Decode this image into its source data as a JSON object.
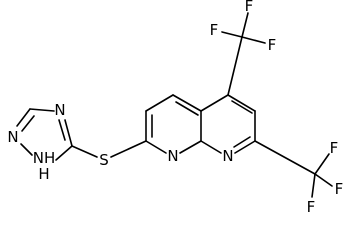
{
  "labels": {
    "F": "F",
    "N": "N",
    "S": "S",
    "NH": "NH",
    "H": "H"
  }
}
